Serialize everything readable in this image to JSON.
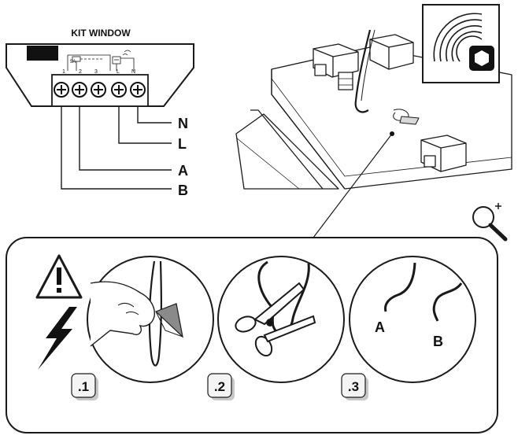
{
  "wiring": {
    "title": "KIT WINDOW",
    "terminal_numbers": [
      "1",
      "2",
      "3",
      "L",
      "N"
    ],
    "fuse_label": "5A",
    "wire_labels": [
      "N",
      "L",
      "A",
      "B"
    ]
  },
  "steps": [
    {
      "number": ".1"
    },
    {
      "number": ".2"
    },
    {
      "number": ".3",
      "wire_labels": [
        "A",
        "B"
      ]
    }
  ],
  "icons": [
    "wireless-signal-icon",
    "hex-nut-icon",
    "magnifier-plus-icon",
    "warning-triangle-icon",
    "lightning-bolt-icon",
    "scissors-icon"
  ],
  "colors": {
    "line": "#1a1a1a",
    "fill_light": "#f2f2f2",
    "shadow": "#c8c8c8"
  }
}
